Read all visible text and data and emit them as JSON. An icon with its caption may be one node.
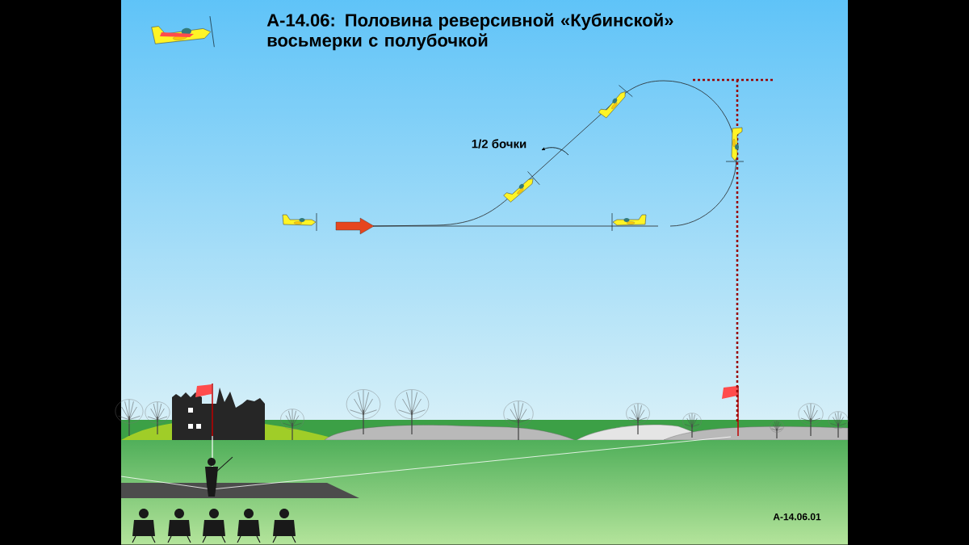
{
  "diagram": {
    "title": "А-14.06: Половина реверсивной «Кубинской» восьмерки с полубочкой",
    "labels": [
      "1/2 бочки",
      "А-14.06.01"
    ]
  }
}
